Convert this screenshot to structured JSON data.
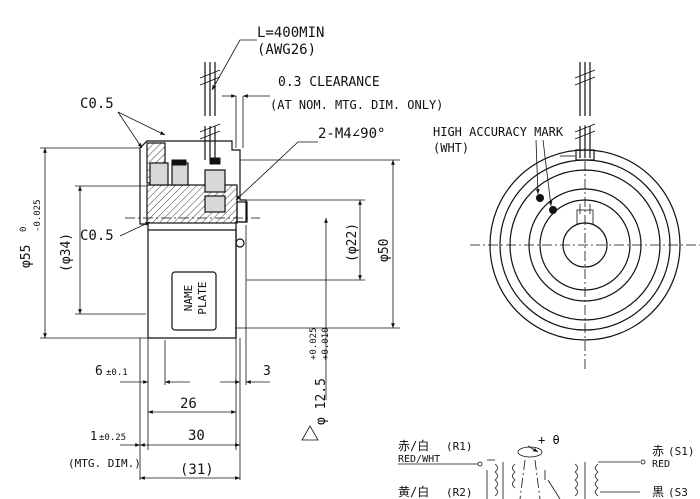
{
  "labels": {
    "lead_length": "L=400MIN",
    "lead_gauge": "(AWG26)",
    "clearance": "0.3 CLEARANCE",
    "clearance_note": "(AT NOM. MTG. DIM. ONLY)",
    "chamfer_top": "C0.5",
    "chamfer_mid": "C0.5",
    "tapped_holes": "2-M4∠90°",
    "accuracy_mark": "HIGH ACCURACY MARK",
    "accuracy_mark_color": "(WHT)",
    "name_plate_1": "NAME",
    "name_plate_2": "PLATE"
  },
  "dims": {
    "dia55": "φ55",
    "dia55_tol_upper": "0",
    "dia55_tol_lower": "-0.025",
    "dia34": "(φ34)",
    "dia22": "(φ22)",
    "dia50": "φ50",
    "dia12_5": "φ 12.5",
    "dia12_5_tol_upper": "+0.025",
    "dia12_5_tol_lower": "+0.010",
    "len6": "6",
    "len6_tol": "±0.1",
    "len3": "3",
    "len26": "26",
    "len1": "1",
    "len1_tol": "±0.25",
    "len30": "30",
    "mtg_dim": "(MTG. DIM.)",
    "len31": "(31)"
  },
  "wiring": {
    "r1_jp": "赤/白",
    "r1_code": "(R1)",
    "r1_en": "RED/WHT",
    "r2_jp": "黄/白",
    "r2_code": "(R2)",
    "s1_jp": "赤",
    "s1_code": "(S1)",
    "s1_en": "RED",
    "s3_jp": "黒",
    "s3_code": "(S3",
    "theta": "+ θ"
  }
}
